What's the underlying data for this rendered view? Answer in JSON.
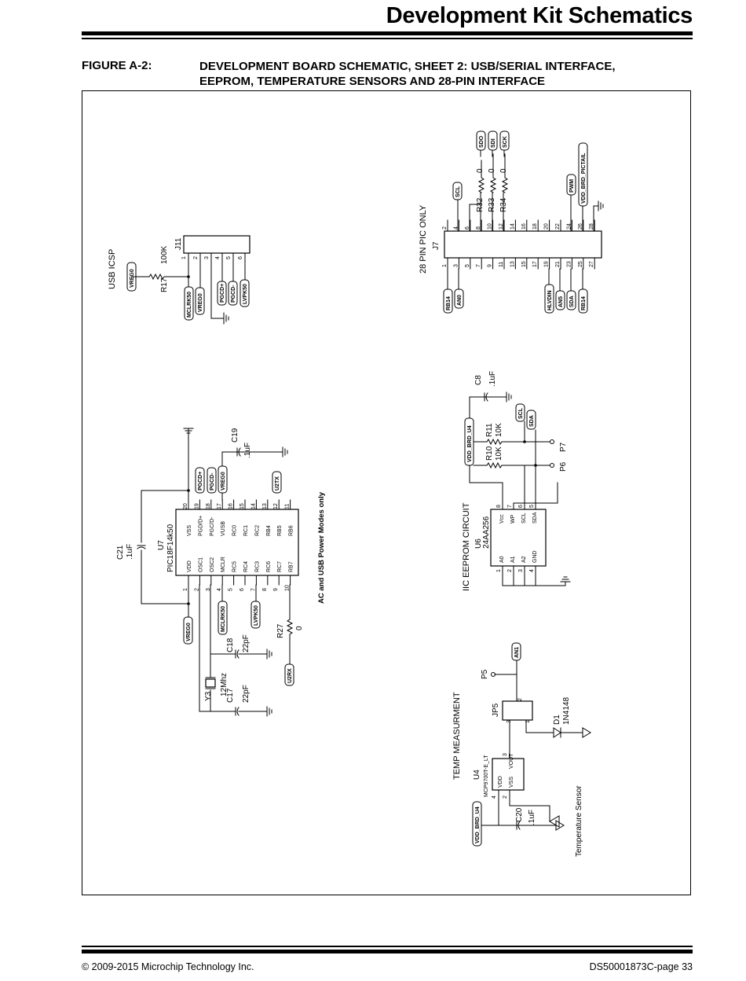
{
  "header": {
    "title": "Development Kit Schematics"
  },
  "figure": {
    "number": "FIGURE A-2:",
    "title_line1": "DEVELOPMENT BOARD SCHEMATIC, SHEET 2: USB/SERIAL INTERFACE,",
    "title_line2": "EEPROM, TEMPERATURE SENSORS AND 28-PIN INTERFACE"
  },
  "labels": {
    "usb_icsp": "USB ICSP",
    "vreg0": "VREG0",
    "r17": "R17",
    "r17_val": "100K",
    "j11": "J11",
    "mclrk50": "MCLRK50",
    "pgcd_plus": "PGCD+",
    "pgcd_minus": "PGCD-",
    "lvpk50": "LVPK50",
    "u7": "U7",
    "u7_part": "PIC18F14k50",
    "c21": "C21",
    "uf1": ".1uF",
    "c19": "C19",
    "u2tx": "U2TX",
    "u2rx": "U2RX",
    "r27": "R27",
    "zero": "0",
    "c18": "C18",
    "c17": "C17",
    "pf22": "22pF",
    "y3": "Y3",
    "mhz12": "12Mhz",
    "ac_note": "AC and USB Power Modes only",
    "p28_only": "28 PIN PIC ONLY",
    "j7": "J7",
    "scl": "SCL",
    "sdo": "SDO",
    "sdi": "SDI",
    "sck": "SCK",
    "r32": "R32",
    "r33": "R33",
    "r34": "R34",
    "pwm": "PWM",
    "vdd_pictail": "VDD_BRD_PICTAIL",
    "rb14": "RB14",
    "an0": "AN0",
    "hlvdin": "HLVDIN",
    "an5": "AN5",
    "sda": "SDA",
    "c8": "C8",
    "vdd_u4": "VDD_BRD_U4",
    "r11": "R11",
    "r10": "R10",
    "k10": "10K",
    "p7": "P7",
    "p6": "P6",
    "iic": "IIC EEPROM CIRCUIT",
    "u6": "U6",
    "u6_part": "24AA256",
    "temp_meas": "TEMP MEASURMENT",
    "jp5": "JP5",
    "p5": "P5",
    "an1": "AN1",
    "d1": "D1",
    "diode": "1N4148",
    "u4": "U4",
    "u4_part": "MCP9700T-E_LT",
    "c20": "C20",
    "temp_sensor": "Temperature Sensor",
    "vdd": "VDD",
    "vss": "VSS",
    "vout": "VOUT",
    "vcc": "Vcc",
    "wp": "WP",
    "gnd": "GND",
    "a0": "A0",
    "a1": "A1",
    "a2": "A2",
    "one": "1",
    "two": "2",
    "three": "3",
    "four": "4",
    "five": "5",
    "six": "6",
    "seven": "7",
    "eight": "8"
  },
  "u7_pins_left": [
    {
      "num": "1",
      "name": "VDD"
    },
    {
      "num": "2",
      "name": "OSC1"
    },
    {
      "num": "3",
      "name": "OSC2"
    },
    {
      "num": "4",
      "name": "MCLR"
    },
    {
      "num": "5",
      "name": "RC5"
    },
    {
      "num": "6",
      "name": "RC4"
    },
    {
      "num": "7",
      "name": "RC3"
    },
    {
      "num": "8",
      "name": "RC6"
    },
    {
      "num": "9",
      "name": "RC7"
    },
    {
      "num": "10",
      "name": "RB7"
    }
  ],
  "u7_pins_right": [
    {
      "num": "20",
      "name": "VSS"
    },
    {
      "num": "19",
      "name": "PGD/D+"
    },
    {
      "num": "18",
      "name": "PGC/D-"
    },
    {
      "num": "17",
      "name": "VUSB"
    },
    {
      "num": "16",
      "name": "RC0"
    },
    {
      "num": "15",
      "name": "RC1"
    },
    {
      "num": "14",
      "name": "RC2"
    },
    {
      "num": "13",
      "name": "RB4"
    },
    {
      "num": "12",
      "name": "RB5"
    },
    {
      "num": "11",
      "name": "RB6"
    }
  ],
  "j7_pins_top": [
    "2",
    "4",
    "6",
    "8",
    "10",
    "12",
    "14",
    "16",
    "18",
    "20",
    "22",
    "24",
    "26",
    "28"
  ],
  "j7_pins_bottom": [
    "1",
    "3",
    "5",
    "7",
    "9",
    "11",
    "13",
    "15",
    "17",
    "19",
    "21",
    "23",
    "25",
    "27"
  ],
  "footer": {
    "copyright": "© 2009-2015 Microchip Technology Inc.",
    "doc": "DS50001873C-page 33"
  }
}
